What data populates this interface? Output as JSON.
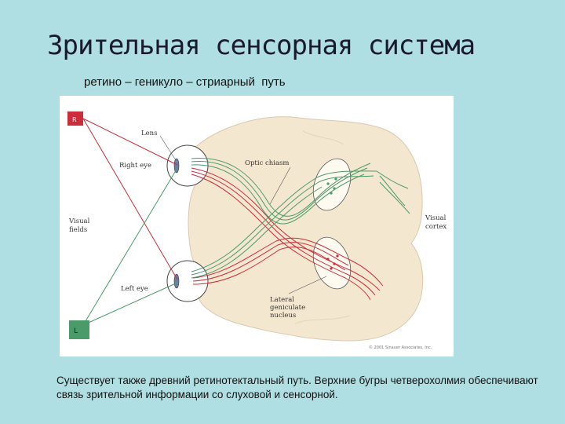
{
  "slide": {
    "title": "Зрительная сенсорная система",
    "subtitle": "ретино – геникуло – стриарный  путь",
    "body_text": "Существует также древний ретинотектальный путь. Верхние бугры четверохолмия обеспечивают  связь зрительной информации со слуховой и сенсорной."
  },
  "diagram": {
    "field_marker_top": "R",
    "field_marker_bottom": "L",
    "labels": {
      "lens": "Lens",
      "right_eye": "Right eye",
      "left_eye": "Left eye",
      "visual_fields_1": "Visual",
      "visual_fields_2": "fields",
      "optic_chiasm": "Optic chiasm",
      "visual_cortex_1": "Visual",
      "visual_cortex_2": "cortex",
      "lgn_1": "Lateral",
      "lgn_2": "geniculate",
      "lgn_3": "nucleus",
      "copyright": "© 2001 Sinauer Associates, Inc."
    },
    "colors": {
      "right_field": "#cc2d3a",
      "left_field": "#4a9a6a",
      "brain_fill": "#f4e7d0",
      "background": "#b0dfe3"
    }
  }
}
